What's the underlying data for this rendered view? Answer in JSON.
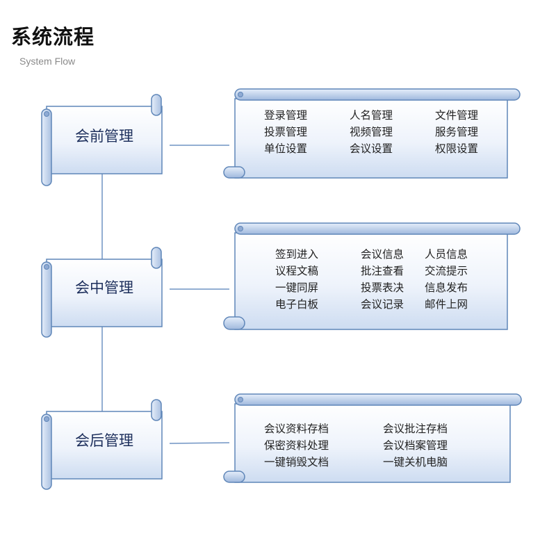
{
  "header": {
    "title": "系统流程",
    "subtitle": "System Flow"
  },
  "colors": {
    "scroll_border": "#5f86b8",
    "scroll_light": "#ffffff",
    "scroll_mid": "#dbe6f5",
    "scroll_dark": "#aec3e2",
    "connector": "#6f93c3"
  },
  "stages": [
    {
      "label": "会前管理",
      "items": [
        "登录管理",
        "人名管理",
        "文件管理",
        "投票管理",
        "视频管理",
        "服务管理",
        "单位设置",
        "会议设置",
        "权限设置"
      ]
    },
    {
      "label": "会中管理",
      "items": [
        "签到进入",
        "会议信息",
        "人员信息",
        "议程文稿",
        "批注查看",
        "交流提示",
        "一键同屏",
        "投票表决",
        "信息发布",
        "电子白板",
        "会议记录",
        "邮件上网"
      ]
    },
    {
      "label": "会后管理",
      "items": [
        "会议资料存档",
        "会议批注存档",
        "保密资料处理",
        "会议档案管理",
        "一键销毁文档",
        "一键关机电脑"
      ]
    }
  ]
}
